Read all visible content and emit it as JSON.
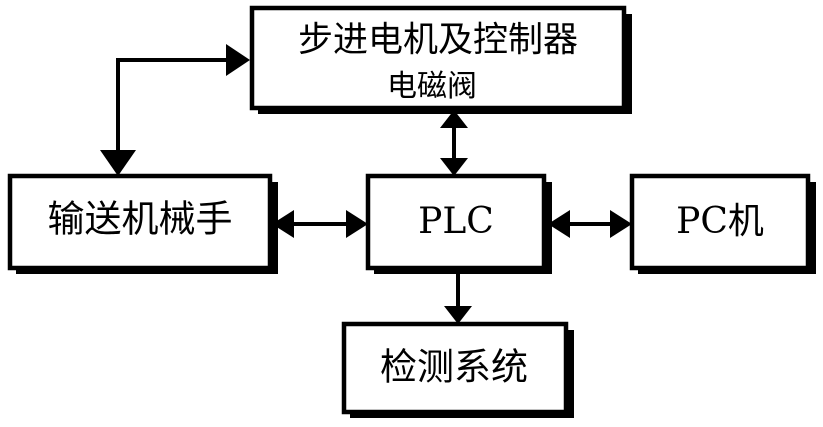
{
  "blocks": {
    "motor": {
      "line1": "步进电机及控制器",
      "line2": "电磁阀"
    },
    "plc": {
      "label": "PLC"
    },
    "robot": {
      "label": "输送机械手"
    },
    "pc": {
      "label": "PC机"
    },
    "detect": {
      "label": "检测系统"
    }
  },
  "connections": [
    {
      "from": "robot",
      "to": "motor",
      "direction": "bidirectional"
    },
    {
      "from": "motor",
      "to": "plc",
      "direction": "bidirectional"
    },
    {
      "from": "robot",
      "to": "plc",
      "direction": "bidirectional"
    },
    {
      "from": "plc",
      "to": "pc",
      "direction": "bidirectional"
    },
    {
      "from": "plc",
      "to": "detect",
      "direction": "unidirectional"
    }
  ],
  "colors": {
    "stroke": "#000000",
    "background": "#ffffff"
  }
}
